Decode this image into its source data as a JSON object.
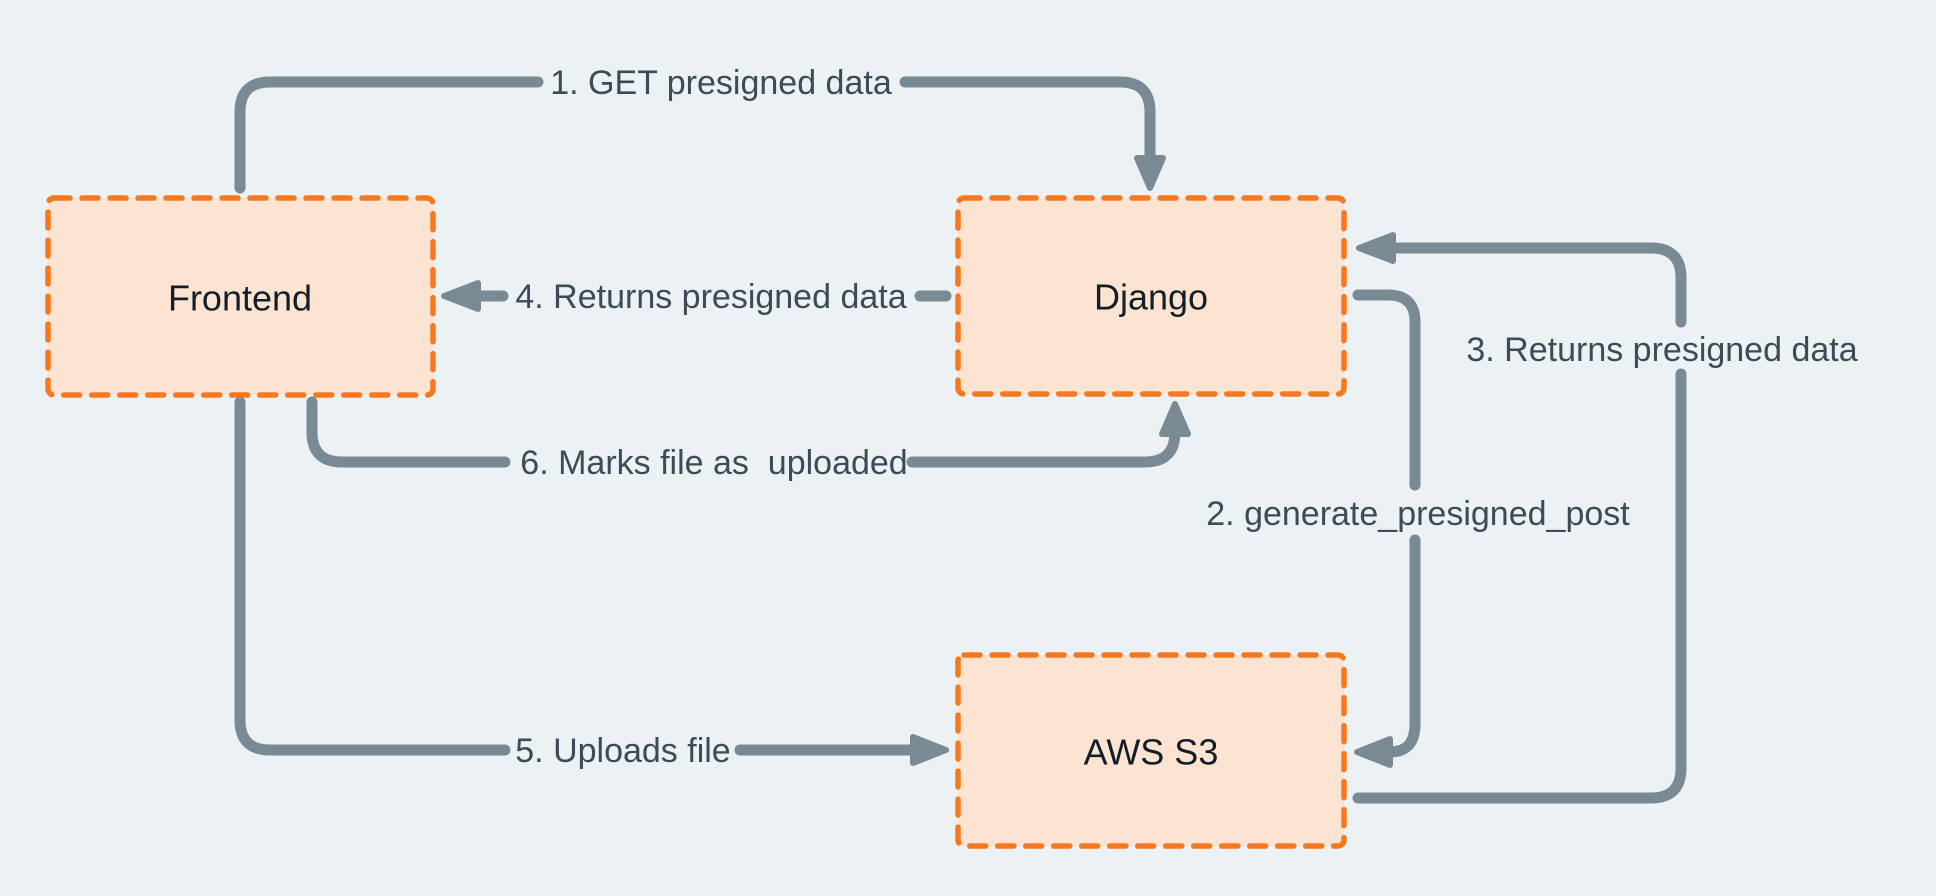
{
  "colors": {
    "bg": "#ECF1F4",
    "line": "#7A8A94",
    "edge_label": "#3D4B57",
    "node_fill": "#FCE3D2",
    "node_border": "#F6791F",
    "node_label": "#141E26"
  },
  "nodes": [
    {
      "id": "frontend",
      "label": "Frontend"
    },
    {
      "id": "django",
      "label": "Django"
    },
    {
      "id": "aws-s3",
      "label": "AWS S3"
    }
  ],
  "edges": [
    {
      "id": "1",
      "label": "1. GET presigned data",
      "from": "Frontend",
      "to": "Django"
    },
    {
      "id": "2",
      "label": "2. generate_presigned_post",
      "from": "Django",
      "to": "AWS S3"
    },
    {
      "id": "3",
      "label": "3. Returns presigned data",
      "from": "AWS S3",
      "to": "Django"
    },
    {
      "id": "4",
      "label": "4. Returns presigned data",
      "from": "Django",
      "to": "Frontend"
    },
    {
      "id": "5",
      "label": "5. Uploads file",
      "from": "Frontend",
      "to": "AWS S3"
    },
    {
      "id": "6",
      "label": "6. Marks file as  uploaded",
      "from": "Frontend",
      "to": "Django"
    }
  ]
}
